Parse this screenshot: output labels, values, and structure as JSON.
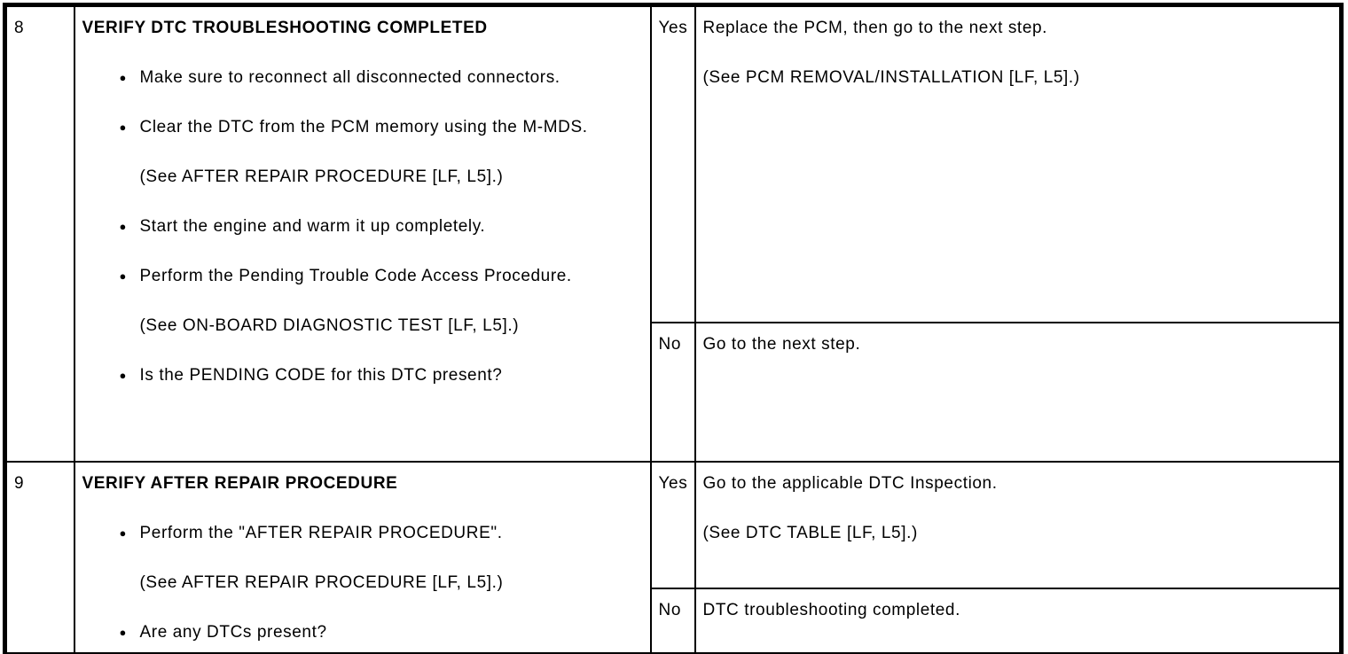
{
  "glyphs": {
    "bullet": "●"
  },
  "colors": {
    "border": "#000000",
    "text": "#000000",
    "background": "#ffffff"
  },
  "table": {
    "steps": [
      {
        "number": "8",
        "title": "VERIFY DTC TROUBLESHOOTING COMPLETED",
        "items": [
          {
            "type": "bullet",
            "text": "Make sure to reconnect all disconnected connectors."
          },
          {
            "type": "bullet",
            "text": "Clear the DTC from the PCM memory using the M-MDS."
          },
          {
            "type": "note",
            "text": "(See AFTER REPAIR PROCEDURE [LF, L5].)"
          },
          {
            "type": "bullet",
            "text": "Start the engine and warm it up completely."
          },
          {
            "type": "bullet",
            "text": "Perform the Pending Trouble Code Access Procedure."
          },
          {
            "type": "note",
            "text": "(See ON-BOARD DIAGNOSTIC TEST [LF, L5].)"
          },
          {
            "type": "bullet",
            "text": "Is the PENDING CODE for this DTC present?"
          }
        ],
        "yes": {
          "label": "Yes",
          "lines": [
            "Replace the PCM, then go to the next step.",
            "(See PCM REMOVAL/INSTALLATION [LF, L5].)"
          ]
        },
        "no": {
          "label": "No",
          "lines": [
            "Go to the next step."
          ]
        }
      },
      {
        "number": "9",
        "title": "VERIFY AFTER REPAIR PROCEDURE",
        "items": [
          {
            "type": "bullet",
            "text": "Perform the \"AFTER REPAIR PROCEDURE\"."
          },
          {
            "type": "note",
            "text": "(See AFTER REPAIR PROCEDURE [LF, L5].)"
          },
          {
            "type": "bullet",
            "text": "Are any DTCs present?"
          }
        ],
        "yes": {
          "label": "Yes",
          "lines": [
            "Go to the applicable DTC Inspection.",
            "(See DTC TABLE [LF, L5].)"
          ]
        },
        "no": {
          "label": "No",
          "lines": [
            "DTC troubleshooting completed."
          ]
        }
      }
    ]
  }
}
